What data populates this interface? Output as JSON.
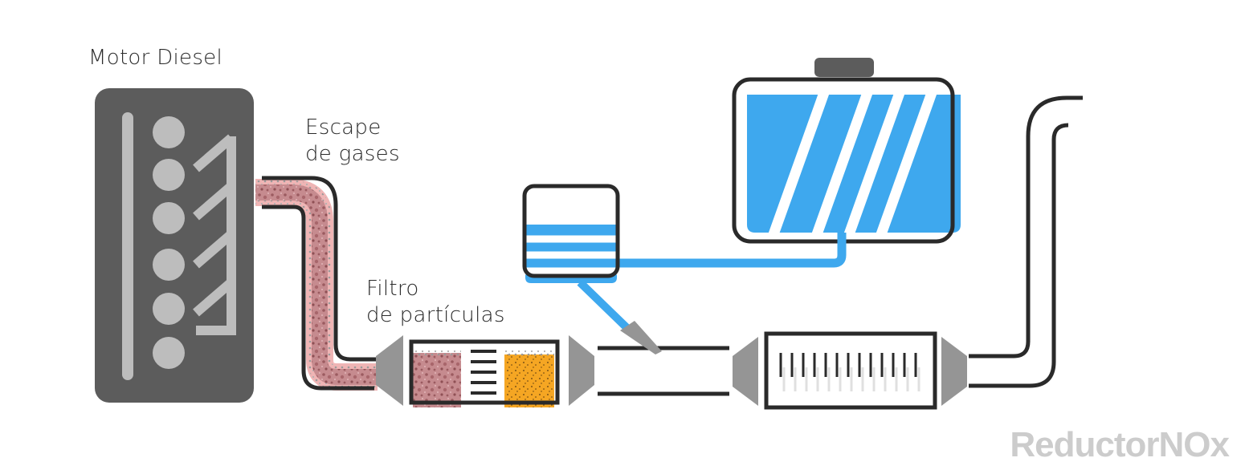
{
  "labels": {
    "engine": "Motor Diesel",
    "exhaust_line1": "Escape",
    "exhaust_line2": "de gases",
    "filter_line1": "Filtro",
    "filter_line2": "de partículas"
  },
  "brand": "ReductorNOx",
  "colors": {
    "engine_body": "#5c5c5c",
    "engine_parts": "#bdbdbd",
    "pipe_outline": "#2a2a2a",
    "soot": "#b9757a",
    "soot_light": "#efb5b5",
    "particle_gray": "#9a9a9a",
    "ash": "#f5a623",
    "cone": "#959595",
    "adblue": "#3ea8ee",
    "brand": "#cccccc"
  }
}
